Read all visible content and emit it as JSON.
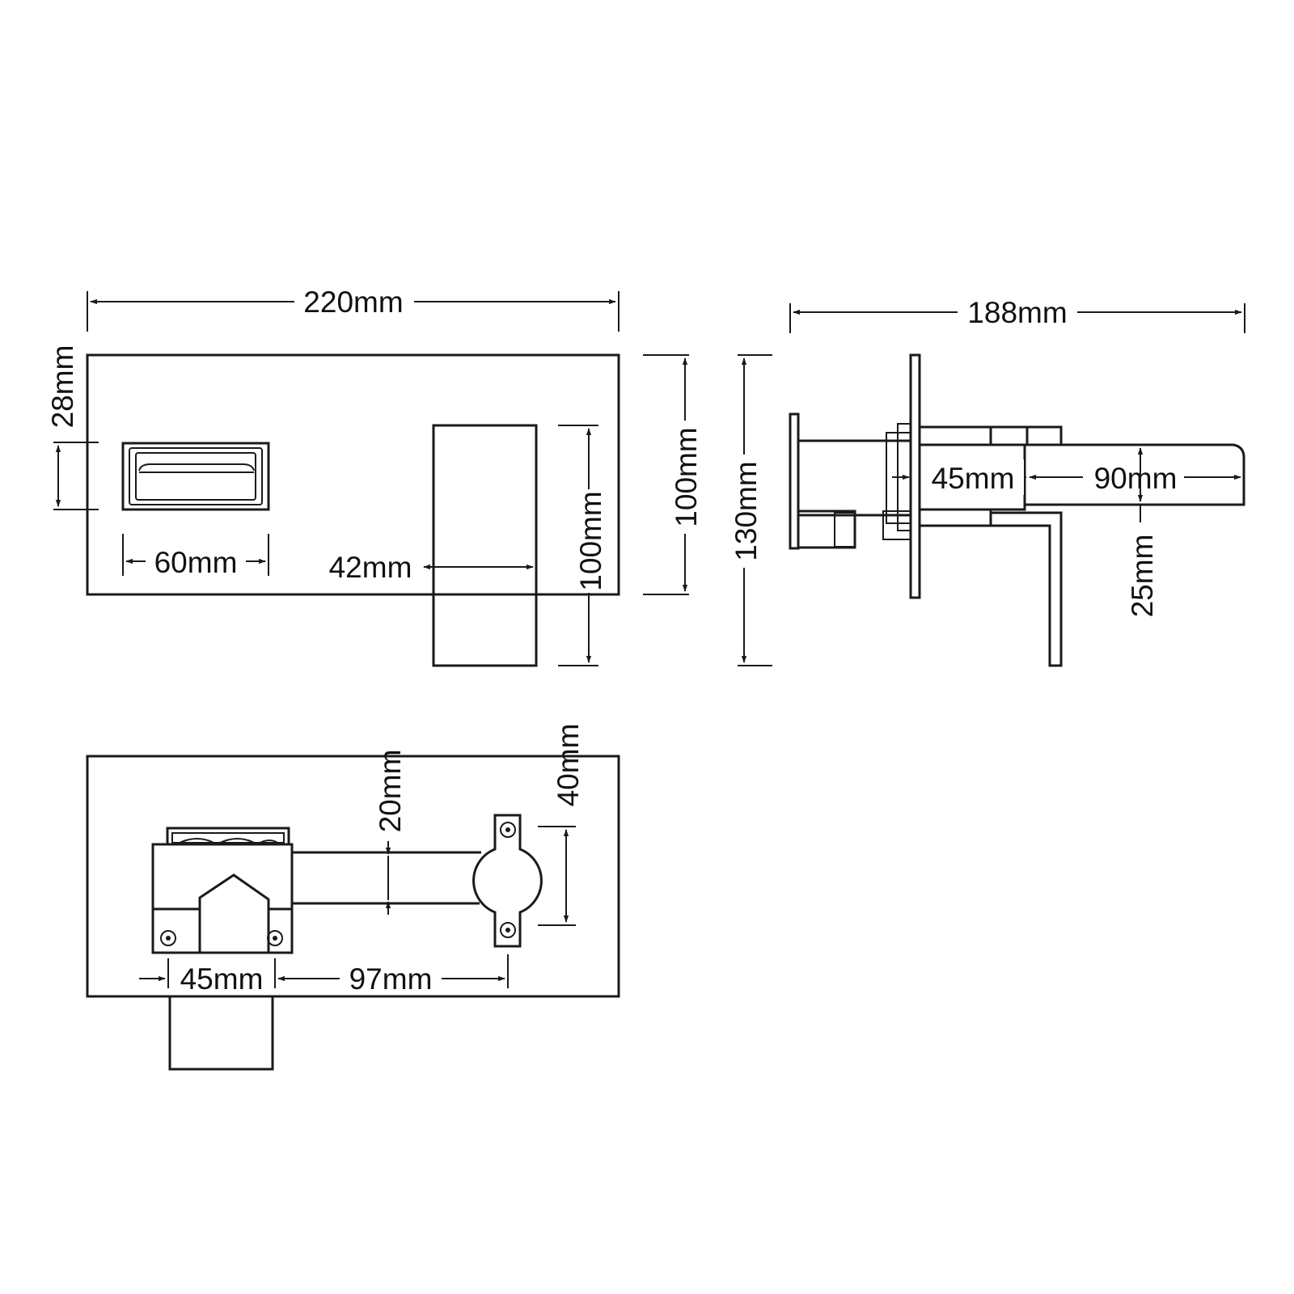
{
  "front_view": {
    "width_label": "220mm",
    "handle_offset_label": "28mm",
    "handle_width_label": "60mm",
    "spout_width_label": "42mm",
    "spout_drop_label": "100mm",
    "plate_height_label": "100mm"
  },
  "side_view": {
    "depth_label": "188mm",
    "height_label": "130mm",
    "body_label": "45mm",
    "spout_label": "90mm",
    "spout_height_label": "25mm"
  },
  "back_view": {
    "pipe_label": "20mm",
    "flange_label": "40mm",
    "valve_width_label": "45mm",
    "centers_label": "97mm"
  },
  "colors": {
    "line": "#1a1a1a",
    "background": "#ffffff"
  }
}
